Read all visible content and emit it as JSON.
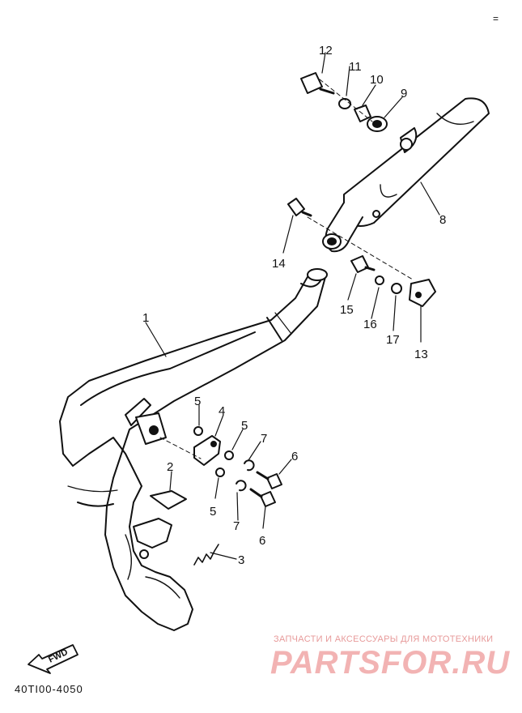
{
  "corner_mark": "=",
  "part_labels": [
    "1",
    "2",
    "3",
    "4",
    "5",
    "5",
    "5",
    "6",
    "6",
    "7",
    "7",
    "8",
    "9",
    "10",
    "11",
    "12",
    "13",
    "14",
    "15",
    "16",
    "17"
  ],
  "diagram_code": "40TI00-4050",
  "fwd_label": "FWD",
  "watermark": {
    "tagline": "ЗАПЧАСТИ И АКСЕССУАРЫ ДЛЯ МОТОТЕХНИКИ",
    "brand": "PARTSFOR.RU"
  }
}
